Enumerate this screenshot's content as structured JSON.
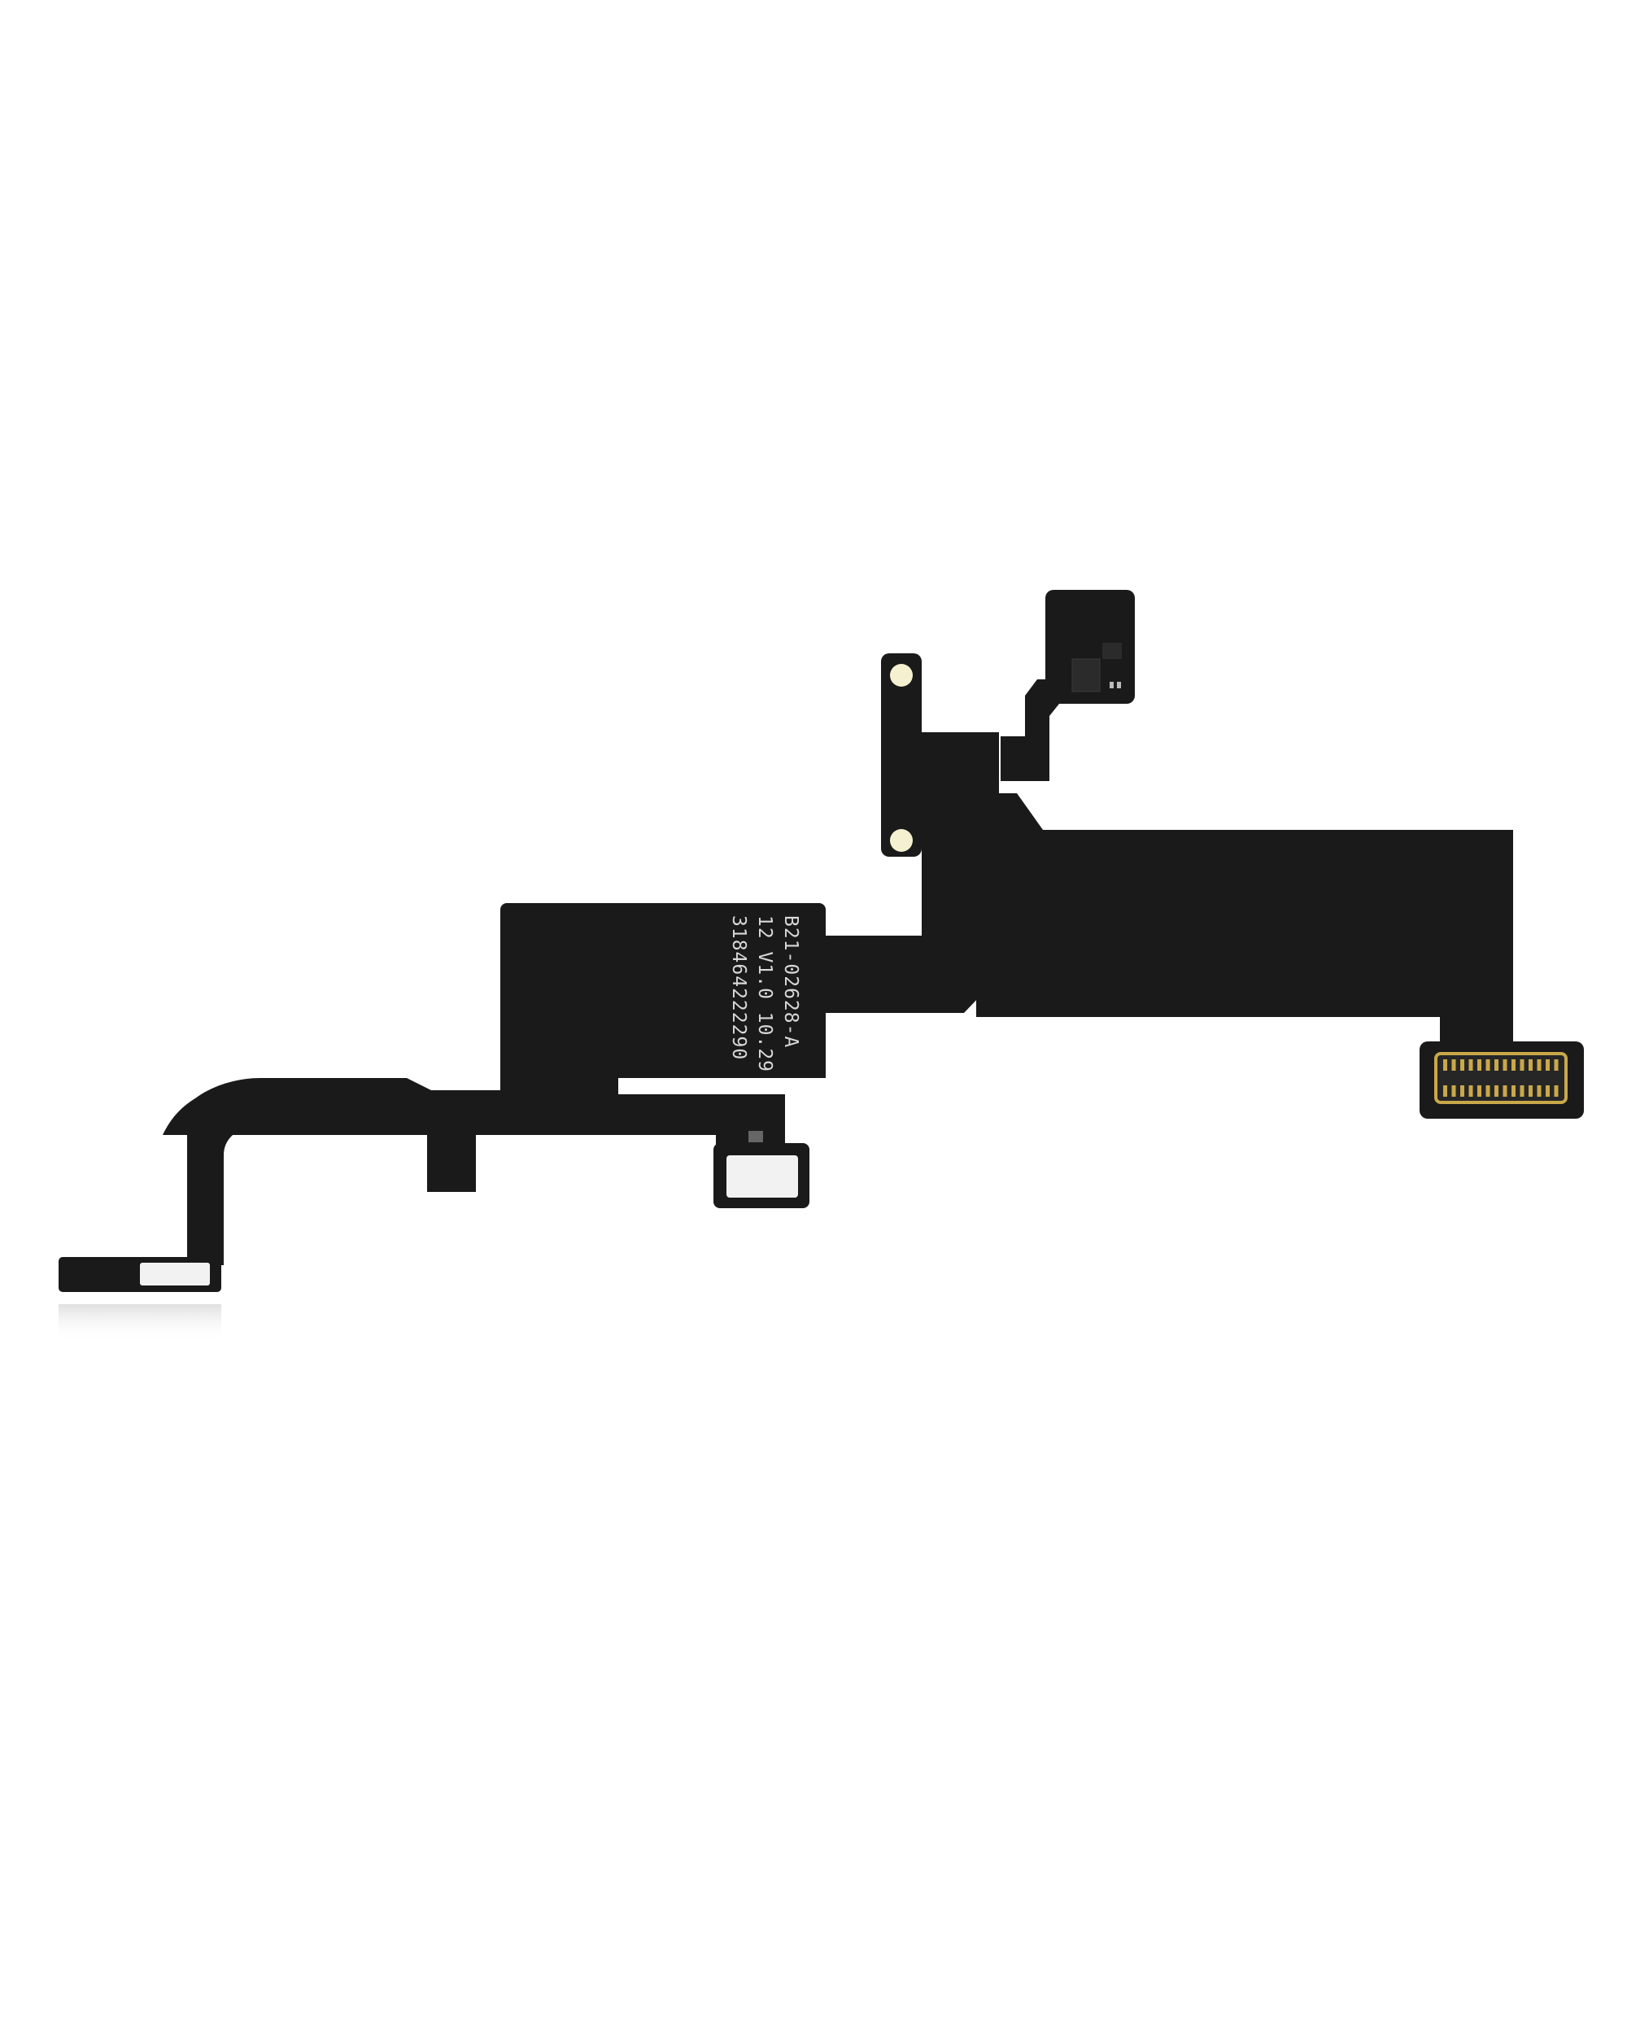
{
  "image": {
    "subject": "flex-cable",
    "background_color": "#ffffff",
    "cable_color": "#1a1a1a",
    "pad_color": "#f2f2f2",
    "contact_color": "#c9a84a",
    "print_color": "#d8d8d8"
  },
  "cable_print": {
    "line1": "B21-02628-A",
    "line2": "12 V1.0 10.29",
    "line3": "318464222290"
  }
}
